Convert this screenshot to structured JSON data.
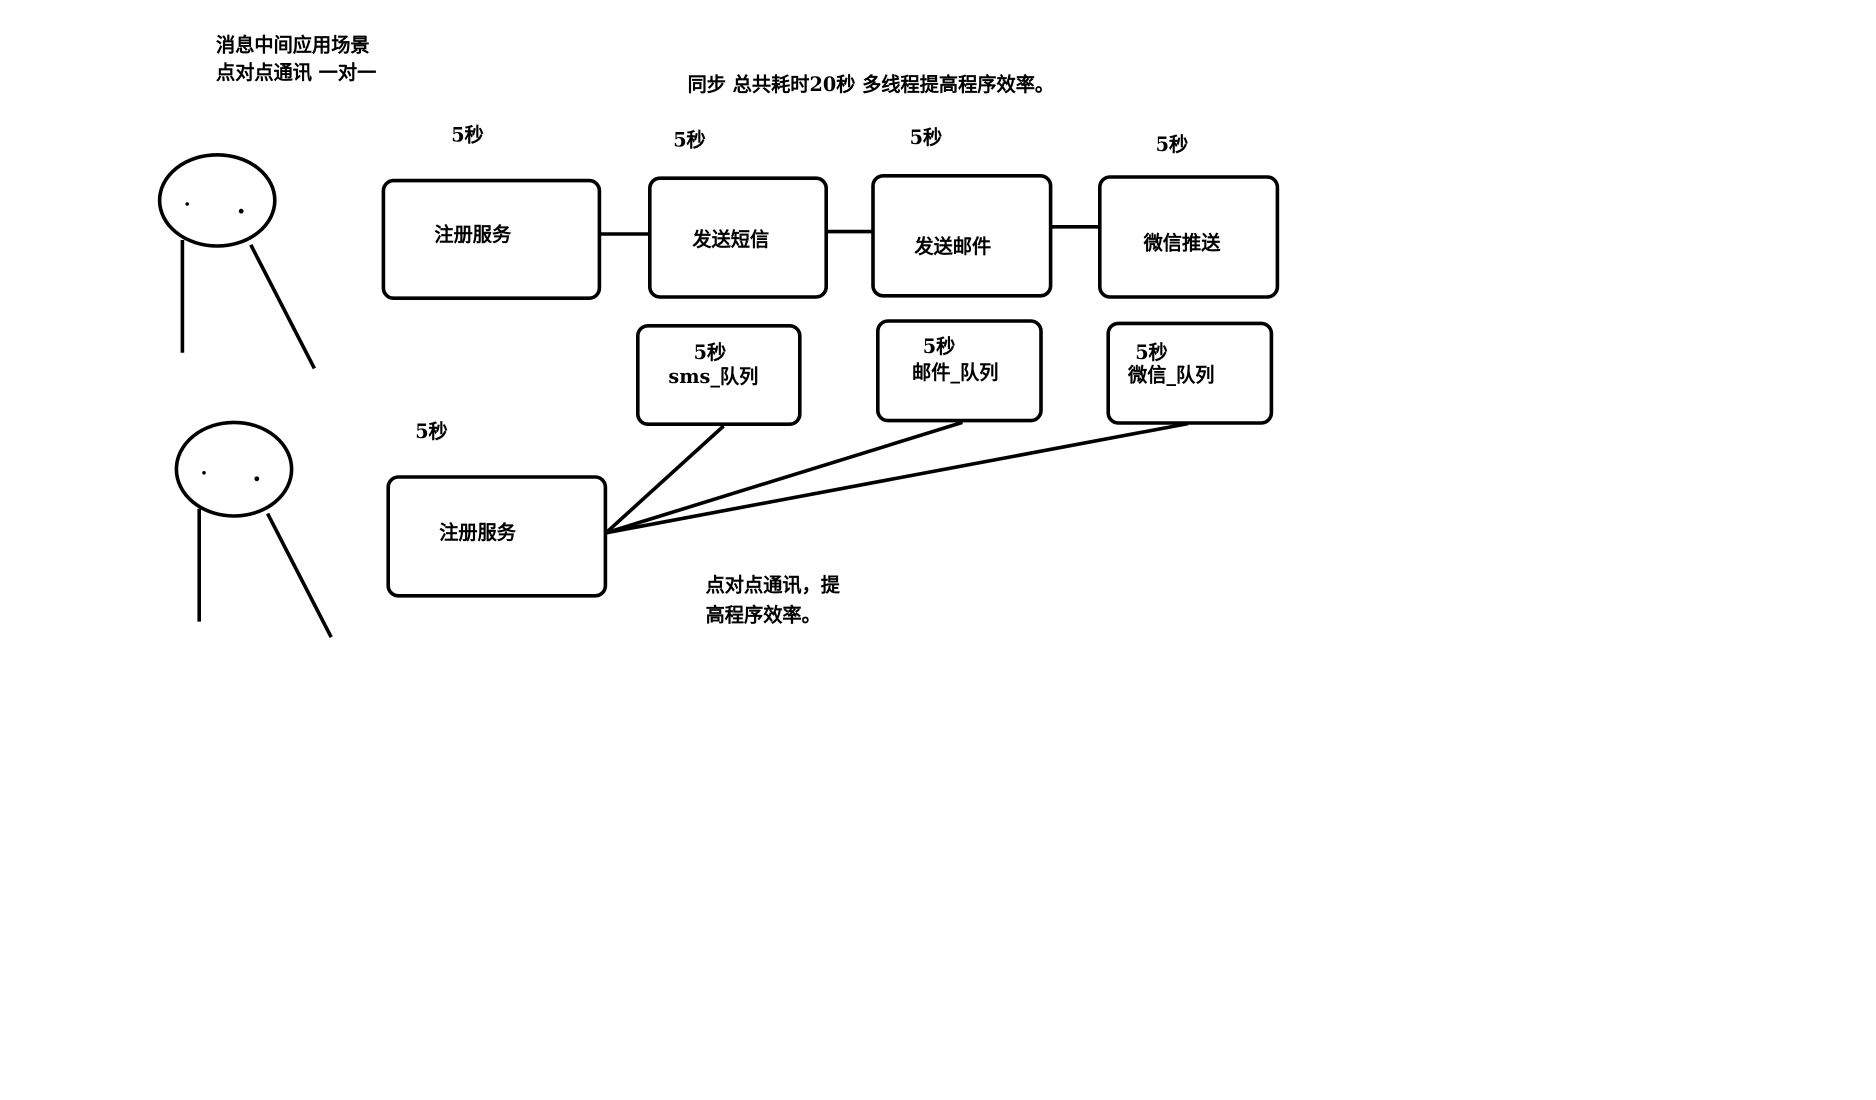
{
  "notes": {
    "title_line1": "消息中间应用场景",
    "title_line2": "点对点通讯 一对一",
    "sync_note": "同步 总共耗时20秒 多线程提高程序效率。",
    "async_note_line1": "点对点通讯，提",
    "async_note_line2": "高程序效率。"
  },
  "sync_flow": {
    "time_labels": [
      "5秒",
      "5秒",
      "5秒",
      "5秒"
    ],
    "boxes": [
      "注册服务",
      "发送短信",
      "发送邮件",
      "微信推送"
    ]
  },
  "async_flow": {
    "time_label": "5秒",
    "register_box": "注册服务",
    "queues": [
      {
        "time": "5秒",
        "name": "sms_队列"
      },
      {
        "time": "5秒",
        "name": "邮件_队列"
      },
      {
        "time": "5秒",
        "name": "微信_队列"
      }
    ]
  }
}
